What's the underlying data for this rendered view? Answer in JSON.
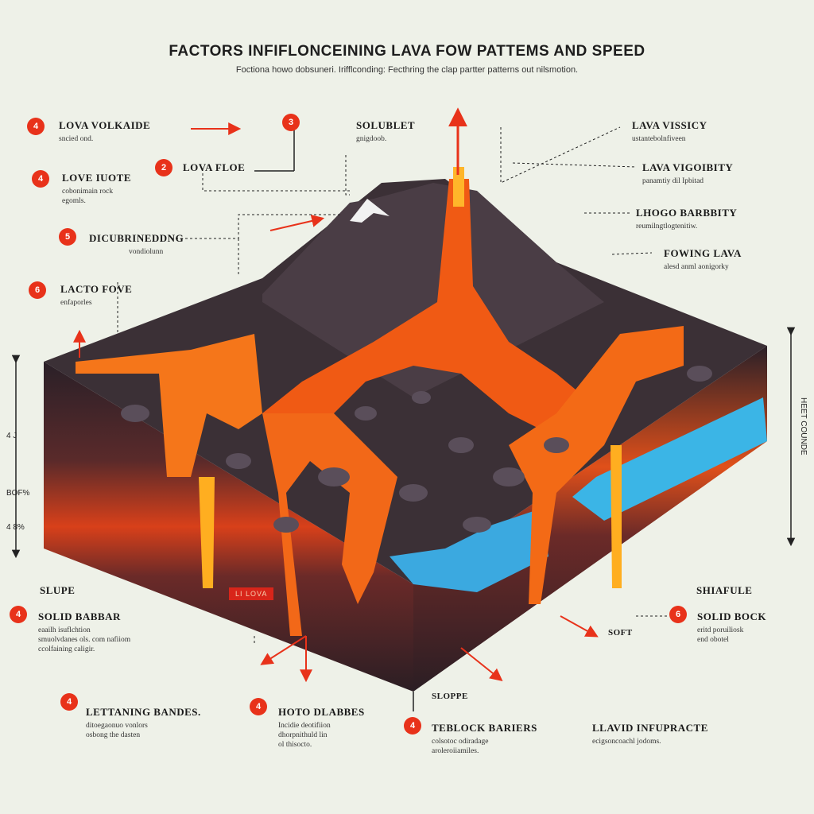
{
  "header": {
    "title": "FACTORS INFIFLONCEINING LAVA FOW PATTEMS AND SPEED",
    "subtitle": "Foctiona howo dobsuneri. Irifflconding: Fecthring the clap partter patterns out nilsmotion."
  },
  "labels": {
    "left": [
      {
        "badge": "4",
        "heading": "LOVA VOLKAIDE",
        "sub": "sncied ond."
      },
      {
        "badge": "4",
        "heading": "LOVE IUOTE",
        "sub": "cobonimain rock\negomls."
      },
      {
        "badge": "5",
        "heading": "DICUBRINEDDNG",
        "sub": "vondiolunn"
      },
      {
        "badge": "6",
        "heading": "LACTO FOVE",
        "sub": "enfaporles"
      }
    ],
    "top_middle": [
      {
        "badge": "3",
        "heading": "",
        "sub": ""
      },
      {
        "badge": "2",
        "heading": "LOVA FLOE",
        "sub": ""
      },
      {
        "badge": "",
        "heading": "SOLUBLET",
        "sub": "gnigdoob."
      }
    ],
    "right": [
      {
        "heading": "LAVA VISSICY",
        "sub": "ustantebolnfiveen"
      },
      {
        "heading": "LAVA VIGOIBITY",
        "sub": "panamtiy dil Ipbitad"
      },
      {
        "heading": "LHOGO BARBBITY",
        "sub": "reumilngtlogtenitiw."
      },
      {
        "heading": "FOWING LAVA",
        "sub": "alesd anml aonigorky"
      }
    ],
    "bottom_left": [
      {
        "badge": "4",
        "heading": "SOLID BABBAR",
        "sub": "eaailh isuflchtion\nsmuolvdanes ols. com nafiiom\nccolfaining caligir."
      },
      {
        "badge": "4",
        "heading": "LETTANING BANDES.",
        "sub": "ditoegaonuo vonlors\nosbong the dasten"
      },
      {
        "badge": "4",
        "heading": "HOTO DLABBES",
        "sub": "Incidie deotifiion\ndhorpnithuld lin\nol thisocto."
      }
    ],
    "bottom_right": [
      {
        "badge": "4",
        "heading": "TEBLOCK BARIERS",
        "sub": "colsotoc odiradage\naroleroiiamiles."
      },
      {
        "badge": "",
        "heading": "LLAVID INFUPRACTE",
        "sub": "ecigsoncoachl jodoms."
      },
      {
        "badge": "6",
        "heading": "SOLID BOCK",
        "sub": "eritd poruiliosk\nend obotel"
      }
    ],
    "slope_left": "SLUPE",
    "slope_bottom": "SLOPPE",
    "soft": "SOFT",
    "shiafule": "SHIAFULE",
    "lava_tag": "LI LOVA",
    "side_left": [
      "4 J",
      "BOF%",
      "4 8%"
    ],
    "side_right": "HEET COUNDE"
  },
  "colors": {
    "lava": "#f25a12",
    "lava_light": "#ffb31f",
    "rock": "#3b3036",
    "water": "#3bb5e6",
    "badge": "#e8321a"
  }
}
